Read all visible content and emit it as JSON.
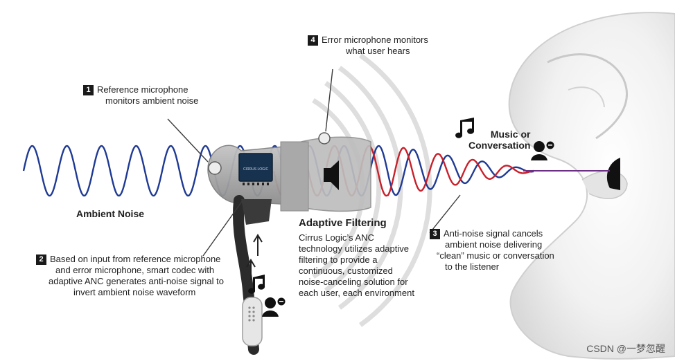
{
  "colors": {
    "ambient_wave": "#1f3a93",
    "anti_noise_wave": "#c8202b",
    "clean_signal": "#6b2f86",
    "earbud_shell": "#a7a7a7",
    "text": "#222222"
  },
  "steps": [
    {
      "number": "1",
      "lines": [
        "Reference microphone",
        "monitors ambient noise"
      ]
    },
    {
      "number": "2",
      "lines": [
        "Based on input from reference microphone",
        "and error microphone, smart codec with",
        "adaptive ANC generates anti-noise signal to",
        "invert ambient noise waveform"
      ]
    },
    {
      "number": "3",
      "lines": [
        "Anti-noise signal cancels",
        "ambient noise delivering",
        "“clean” music or conversation",
        "to the listener"
      ]
    },
    {
      "number": "4",
      "lines": [
        "Error microphone monitors",
        "what user hears"
      ]
    }
  ],
  "labels": {
    "ambient_noise": "Ambient Noise",
    "music_or_conversation": [
      "Music or",
      "Conversation"
    ]
  },
  "adaptive_filtering": {
    "title": "Adaptive Filtering",
    "lines": [
      "Cirrus Logic’s ANC",
      "technology utilizes adaptive",
      "filtering to provide a",
      "continuous, customized",
      "noise-canceling solution for",
      "each user, each environment"
    ]
  },
  "icons": [
    "music-note-icon",
    "person-talking-icon",
    "chip-icon",
    "microphone-icon",
    "speaker-icon"
  ],
  "watermark": "CSDN @一梦忽醒"
}
